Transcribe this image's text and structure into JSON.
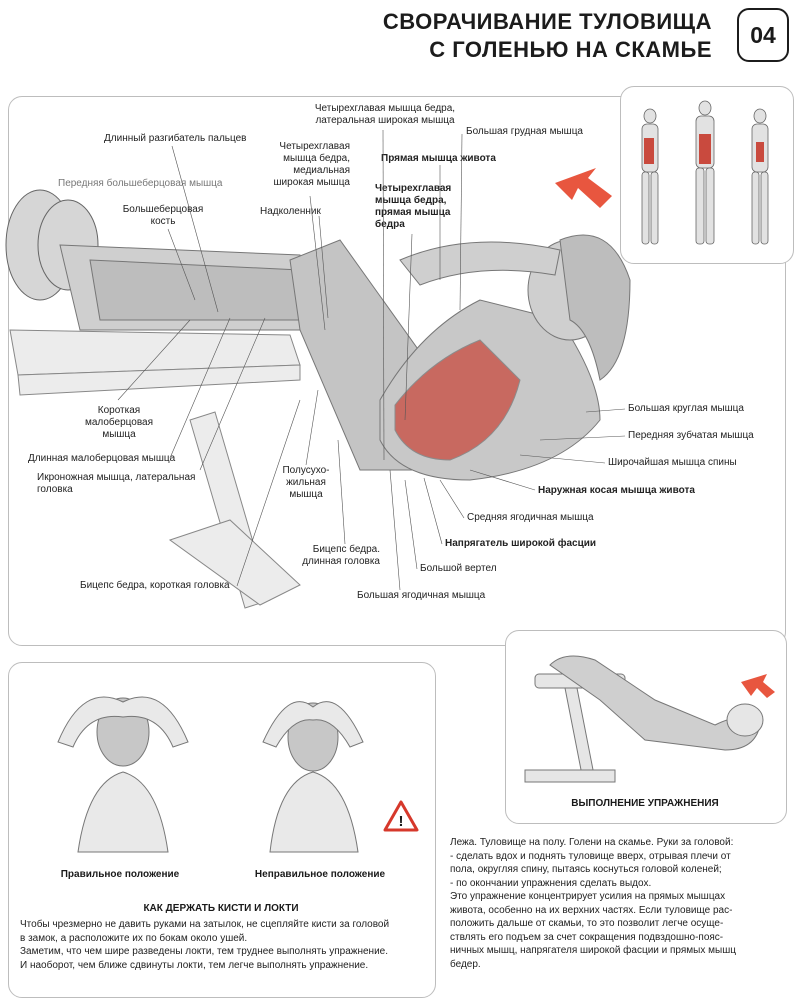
{
  "header": {
    "title_line1": "СВОРАЧИВАНИЕ ТУЛОВИЩА",
    "title_line2": "С ГОЛЕНЬЮ НА СКАМЬЕ",
    "number": "04"
  },
  "anatomy_labels": {
    "finger_extensor": "Длинный разгибатель пальцев",
    "tibialis_anterior": "Передняя большеберцовая мышца",
    "tibia_1": "Большеберцовая",
    "tibia_2": "кость",
    "quad_medial_1": "Четырехглавая",
    "quad_medial_2": "мышца бедра,",
    "quad_medial_3": "медиальная",
    "quad_medial_4": "широкая мышца",
    "patella": "Надколенник",
    "quad_lateral_1": "Четырехглавая мышца бедра,",
    "quad_lateral_2": "латеральная широкая мышца",
    "rectus_abdominis": "Прямая мышца живота",
    "rectus_femoris_1": "Четырехглавая",
    "rectus_femoris_2": "мышца бедра,",
    "rectus_femoris_3": "прямая мышца",
    "rectus_femoris_4": "бедра",
    "pectoralis": "Большая грудная мышца",
    "peroneus_brevis_1": "Короткая",
    "peroneus_brevis_2": "малоберцовая",
    "peroneus_brevis_3": "мышца",
    "peroneus_longus": "Длинная малоберцовая мышца",
    "gastrocnemius_1": "Икроножная мышца, латеральная",
    "gastrocnemius_2": "головка",
    "semitendinosus_1": "Полусухо-",
    "semitendinosus_2": "жильная",
    "semitendinosus_3": "мышца",
    "biceps_long_1": "Бицепс бедра.",
    "biceps_long_2": "длинная головка",
    "biceps_short": "Бицепс бедра, короткая головка",
    "teres_major": "Большая круглая мышца",
    "serratus": "Передняя зубчатая мышца",
    "latissimus": "Широчайшая мышца спины",
    "external_oblique": "Наружная косая мышца живота",
    "gluteus_medius": "Средняя ягодичная мышца",
    "tfl": "Напрягатель широкой фасции",
    "trochanter": "Большой вертел",
    "gluteus_maximus": "Большая ягодичная мышца"
  },
  "execution_caption": "ВЫПОЛНЕНИЕ УПРАЖНЕНИЯ",
  "hands": {
    "correct_caption": "Правильное положение",
    "incorrect_caption": "Неправильное положение",
    "heading": "КАК ДЕРЖАТЬ КИСТИ И ЛОКТИ",
    "text_1": "Чтобы чрезмерно не давить руками на затылок, не сцепляйте кисти за головой",
    "text_2": "в замок, а расположите их по бокам около ушей.",
    "text_3": "Заметим, что чем шире разведены локти, тем труднее выполнять упражнение.",
    "text_4": "И наоборот, чем ближе сдвинуты локти, тем легче выполнять упражнение."
  },
  "instructions": {
    "line_1": "Лежа. Туловище на полу. Голени на скамье. Руки за головой:",
    "line_2": "- сделать вдох и поднять туловище вверх, отрывая плечи от",
    "line_3": "пола, округляя спину, пытаясь коснуться головой коленей;",
    "line_4": "- по окончании упражнения сделать выдох.",
    "line_5": "Это упражнение концентрирует усилия на прямых мышцах",
    "line_6": "живота, особенно на их верхних частях. Если туловище рас-",
    "line_7": "положить дальше от скамьи, то это позволит легче осуще-",
    "line_8": "ствлять его подъем за счет сокращения подвздошно-пояс-",
    "line_9": "ничных мышц, напрягателя широкой фасции и прямых мышц",
    "line_10": "бедер."
  },
  "icons": [
    "warning-icon",
    "arrow-icon"
  ],
  "colors": {
    "highlight_muscle": "#c94a3e",
    "arrow": "#e8563f",
    "warning": "#d6382b"
  }
}
